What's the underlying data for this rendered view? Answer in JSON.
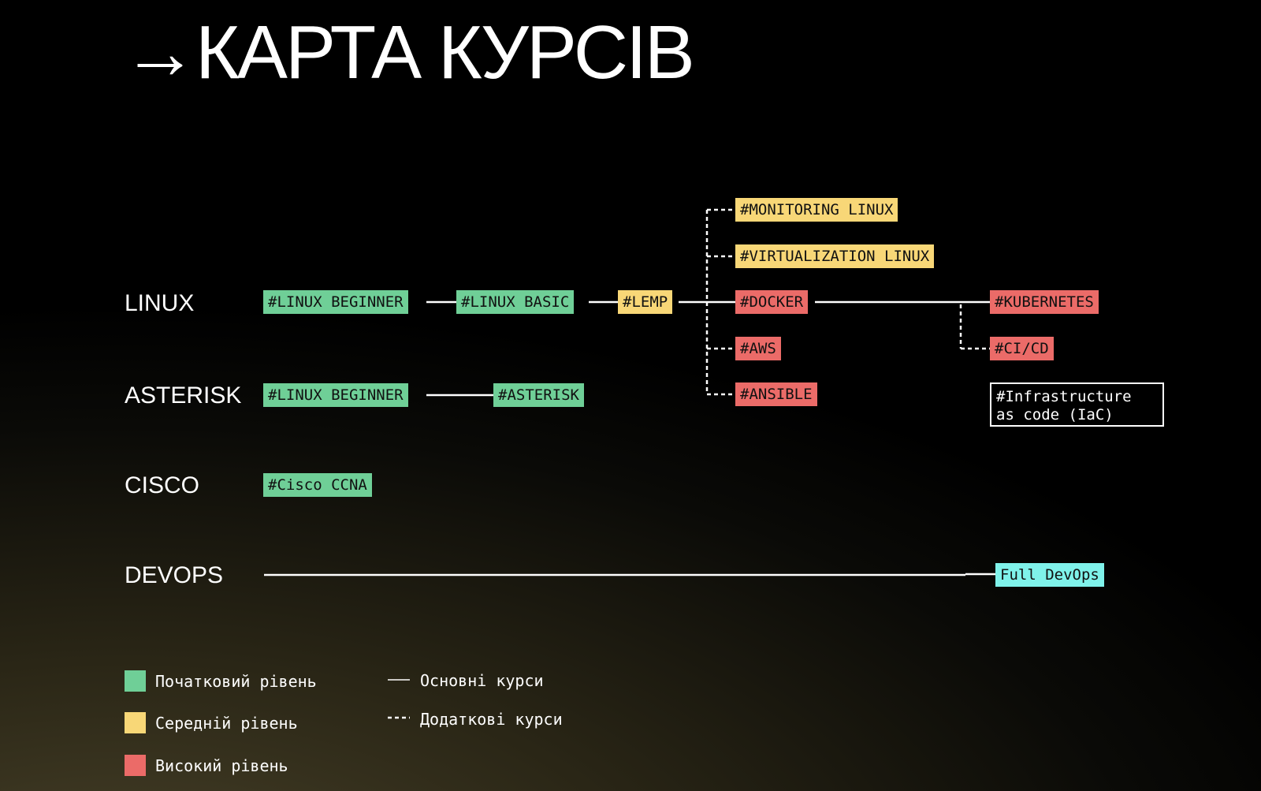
{
  "title": "→КАРТА КУРСІВ",
  "tracks": [
    "LINUX",
    "ASTERISK",
    "CISCO",
    "DEVOPS"
  ],
  "courses": {
    "linux_beginner_1": "#LINUX BEGINNER",
    "linux_basic": "#LINUX BASIC",
    "lemp": "#LEMP",
    "monitoring_linux": "#MONITORING LINUX",
    "virtualization_linux": "#VIRTUALIZATION LINUX",
    "docker": "#DOCKER",
    "aws": "#AWS",
    "ansible": "#ANSIBLE",
    "kubernetes": "#KUBERNETES",
    "ci_cd": "#CI/CD",
    "iac": "#Infrastructure\nas code (IaC)",
    "linux_beginner_2": "#LINUX BEGINNER",
    "asterisk": "#ASTERISK",
    "cisco_ccna": "#Cisco CCNA",
    "full_devops": "Full DevOps"
  },
  "colors": {
    "beginner": "#6fcf97",
    "intermediate": "#f8d777",
    "advanced": "#eb6b68",
    "devops": "#7ff2ea"
  },
  "legend": {
    "levels": [
      "Початковий рівень",
      "Середній рівень",
      "Високий рівень"
    ],
    "lines": [
      "Основні курси",
      "Додаткові курси"
    ]
  }
}
